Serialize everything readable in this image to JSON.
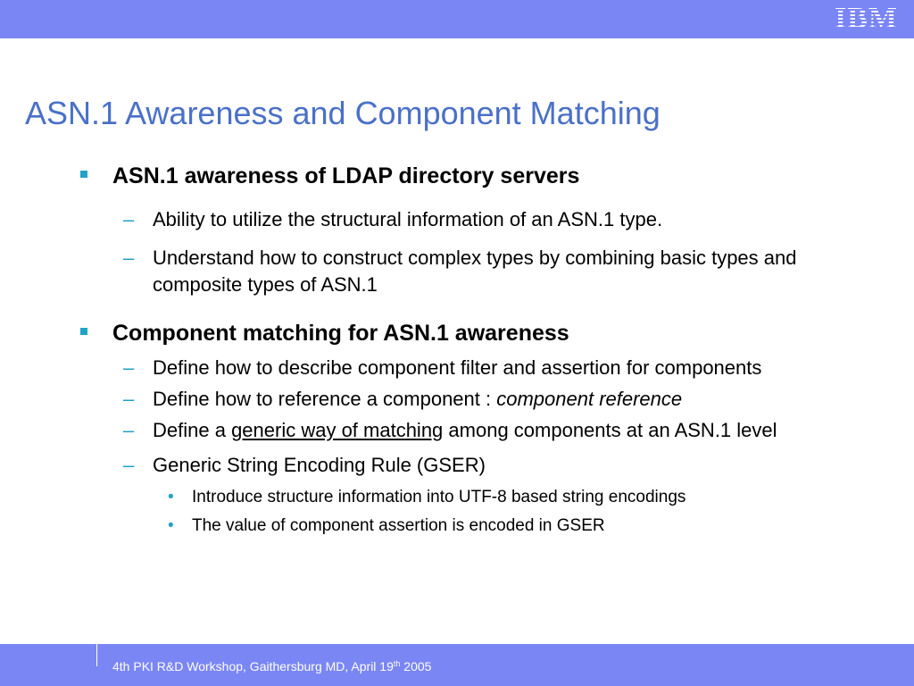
{
  "header": {
    "logo_text": "IBM",
    "band_color": "#7a86f4"
  },
  "slide": {
    "title": "ASN.1 Awareness and Component Matching",
    "title_color": "#4a70c8",
    "bullet_color": "#21a2c8",
    "sections": [
      {
        "heading": "ASN.1 awareness of LDAP directory servers",
        "items": [
          "Ability to utilize the structural information of an ASN.1 type.",
          "Understand how to construct complex types by combining basic types and composite types of ASN.1"
        ]
      },
      {
        "heading": "Component matching for ASN.1 awareness",
        "items": [
          "Define how to describe component filter and assertion for components",
          {
            "before": "Define how to reference a component : ",
            "emphasis": "component reference"
          },
          {
            "before": "Define a ",
            "underline": "generic way of matching",
            "after": " among components at an ASN.1 level"
          },
          "Generic String Encoding Rule (GSER)"
        ],
        "subitems": [
          "Introduce structure information into UTF-8 based string encodings",
          "The value of component assertion is encoded in GSER"
        ]
      }
    ]
  },
  "footer": {
    "text_before": "4th PKI R&D Workshop, Gaithersburg MD, April 19",
    "superscript": "th",
    "text_after": " 2005"
  }
}
